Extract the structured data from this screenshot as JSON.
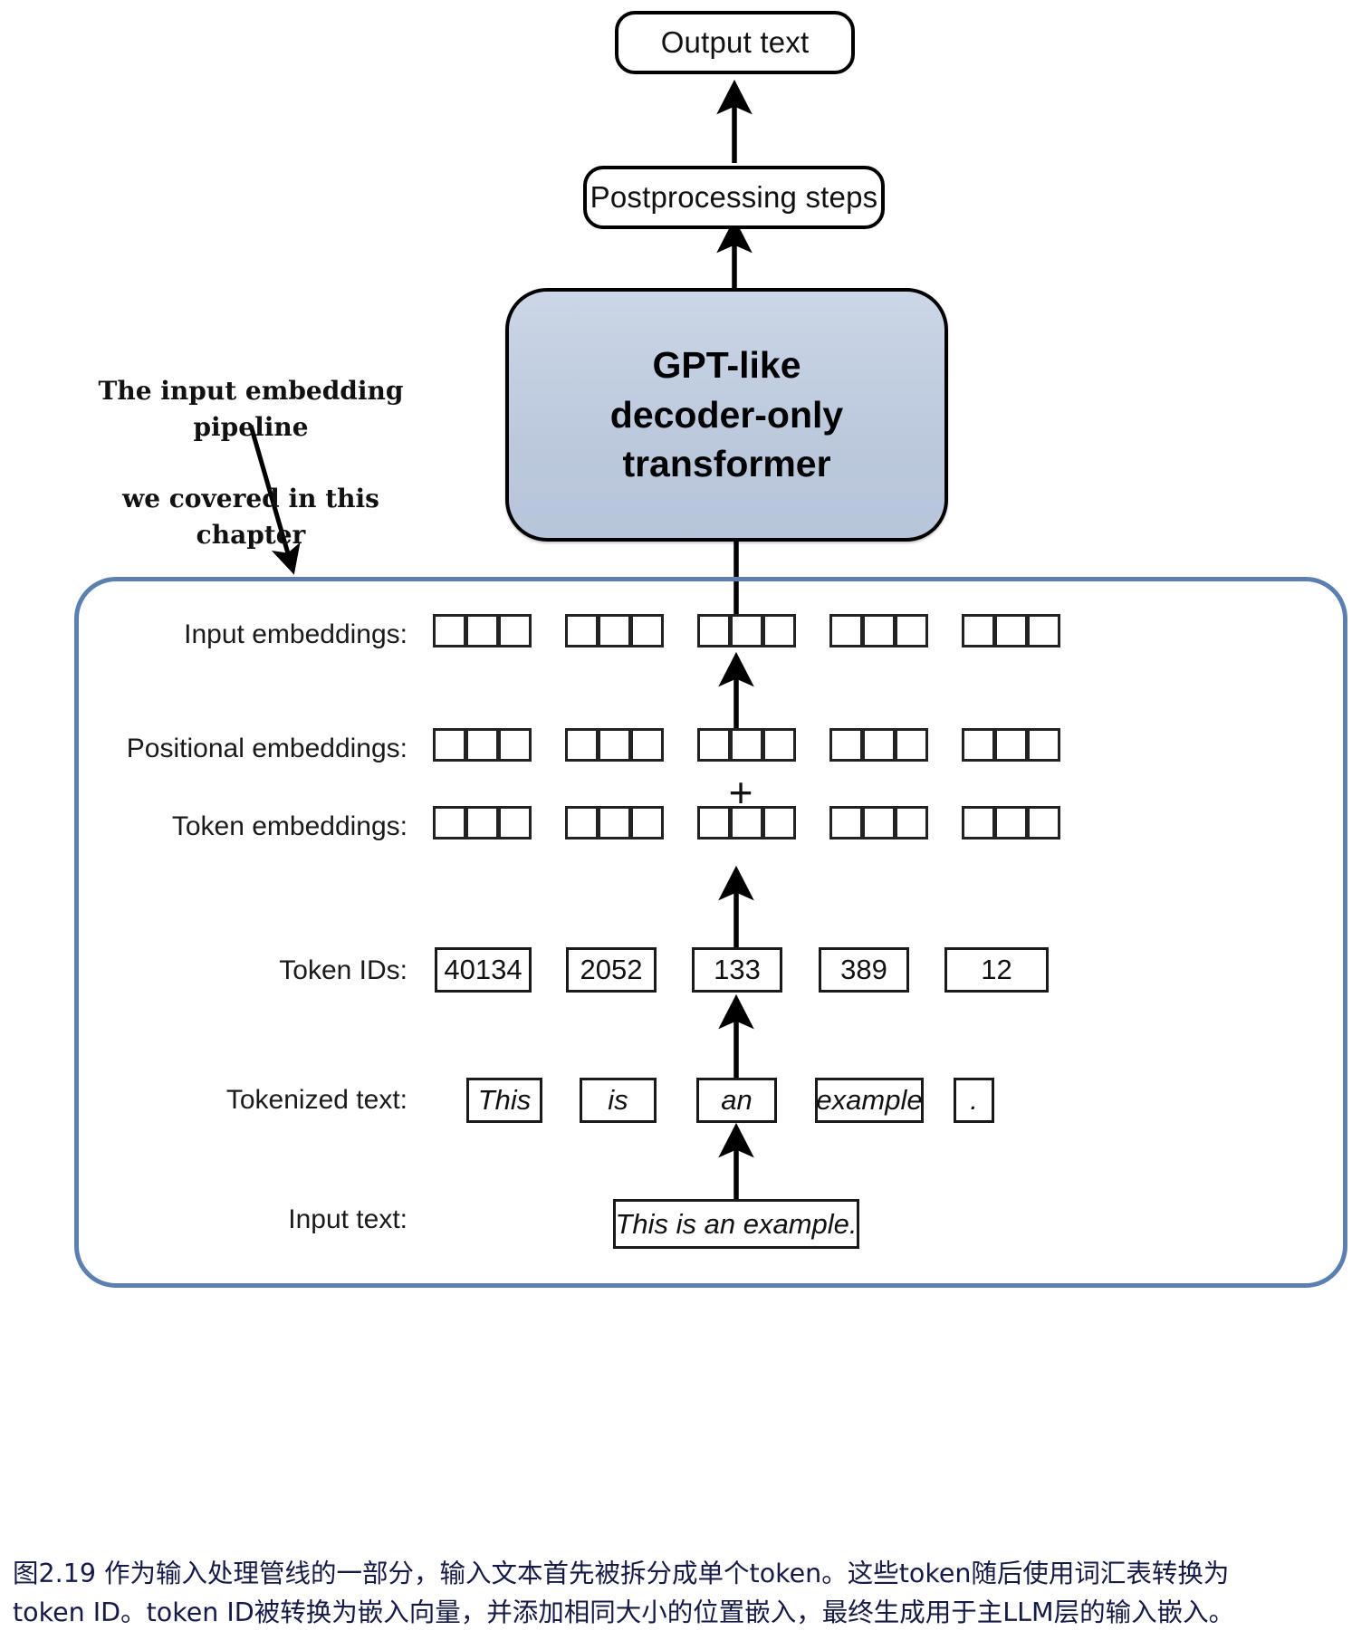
{
  "figure": {
    "top_boxes": {
      "output_text": "Output text",
      "postprocessing": "Postprocessing steps"
    },
    "model_block": {
      "line1": "GPT-like",
      "line2": "decoder-only",
      "line3": "transformer",
      "fill_color": "#c2cee0",
      "border_color": "#000000"
    },
    "annotation": {
      "line1": "The input embedding pipeline",
      "line2": "we covered in this chapter"
    },
    "pipeline": {
      "border_color": "#5a7fb0",
      "rows": [
        {
          "key": "input_embeddings",
          "label": "Input embeddings:",
          "kind": "cells",
          "groups": 5,
          "cells_per_group": 3
        },
        {
          "key": "positional_embeddings",
          "label": "Positional embeddings:",
          "kind": "cells",
          "groups": 5,
          "cells_per_group": 3
        },
        {
          "key": "token_embeddings",
          "label": "Token embeddings:",
          "kind": "cells",
          "groups": 5,
          "cells_per_group": 3
        },
        {
          "key": "token_ids",
          "label": "Token IDs:",
          "kind": "values",
          "values": [
            "40134",
            "2052",
            "133",
            "389",
            "12"
          ]
        },
        {
          "key": "tokenized_text",
          "label": "Tokenized text:",
          "kind": "values_italic",
          "values": [
            "This",
            "is",
            "an",
            "example",
            "."
          ]
        },
        {
          "key": "input_text",
          "label": "Input text:",
          "kind": "single_italic",
          "value": "This is an example."
        }
      ],
      "operator": "+"
    }
  },
  "caption": {
    "line1": "图2.19 作为输入处理管线的一部分，输入文本首先被拆分成单个token。这些token随后使用词汇表转换为",
    "line2": "token ID。token ID被转换为嵌入向量，并添加相同大小的位置嵌入，最终生成用于主LLM层的输入嵌入。",
    "color": "#151a46"
  }
}
